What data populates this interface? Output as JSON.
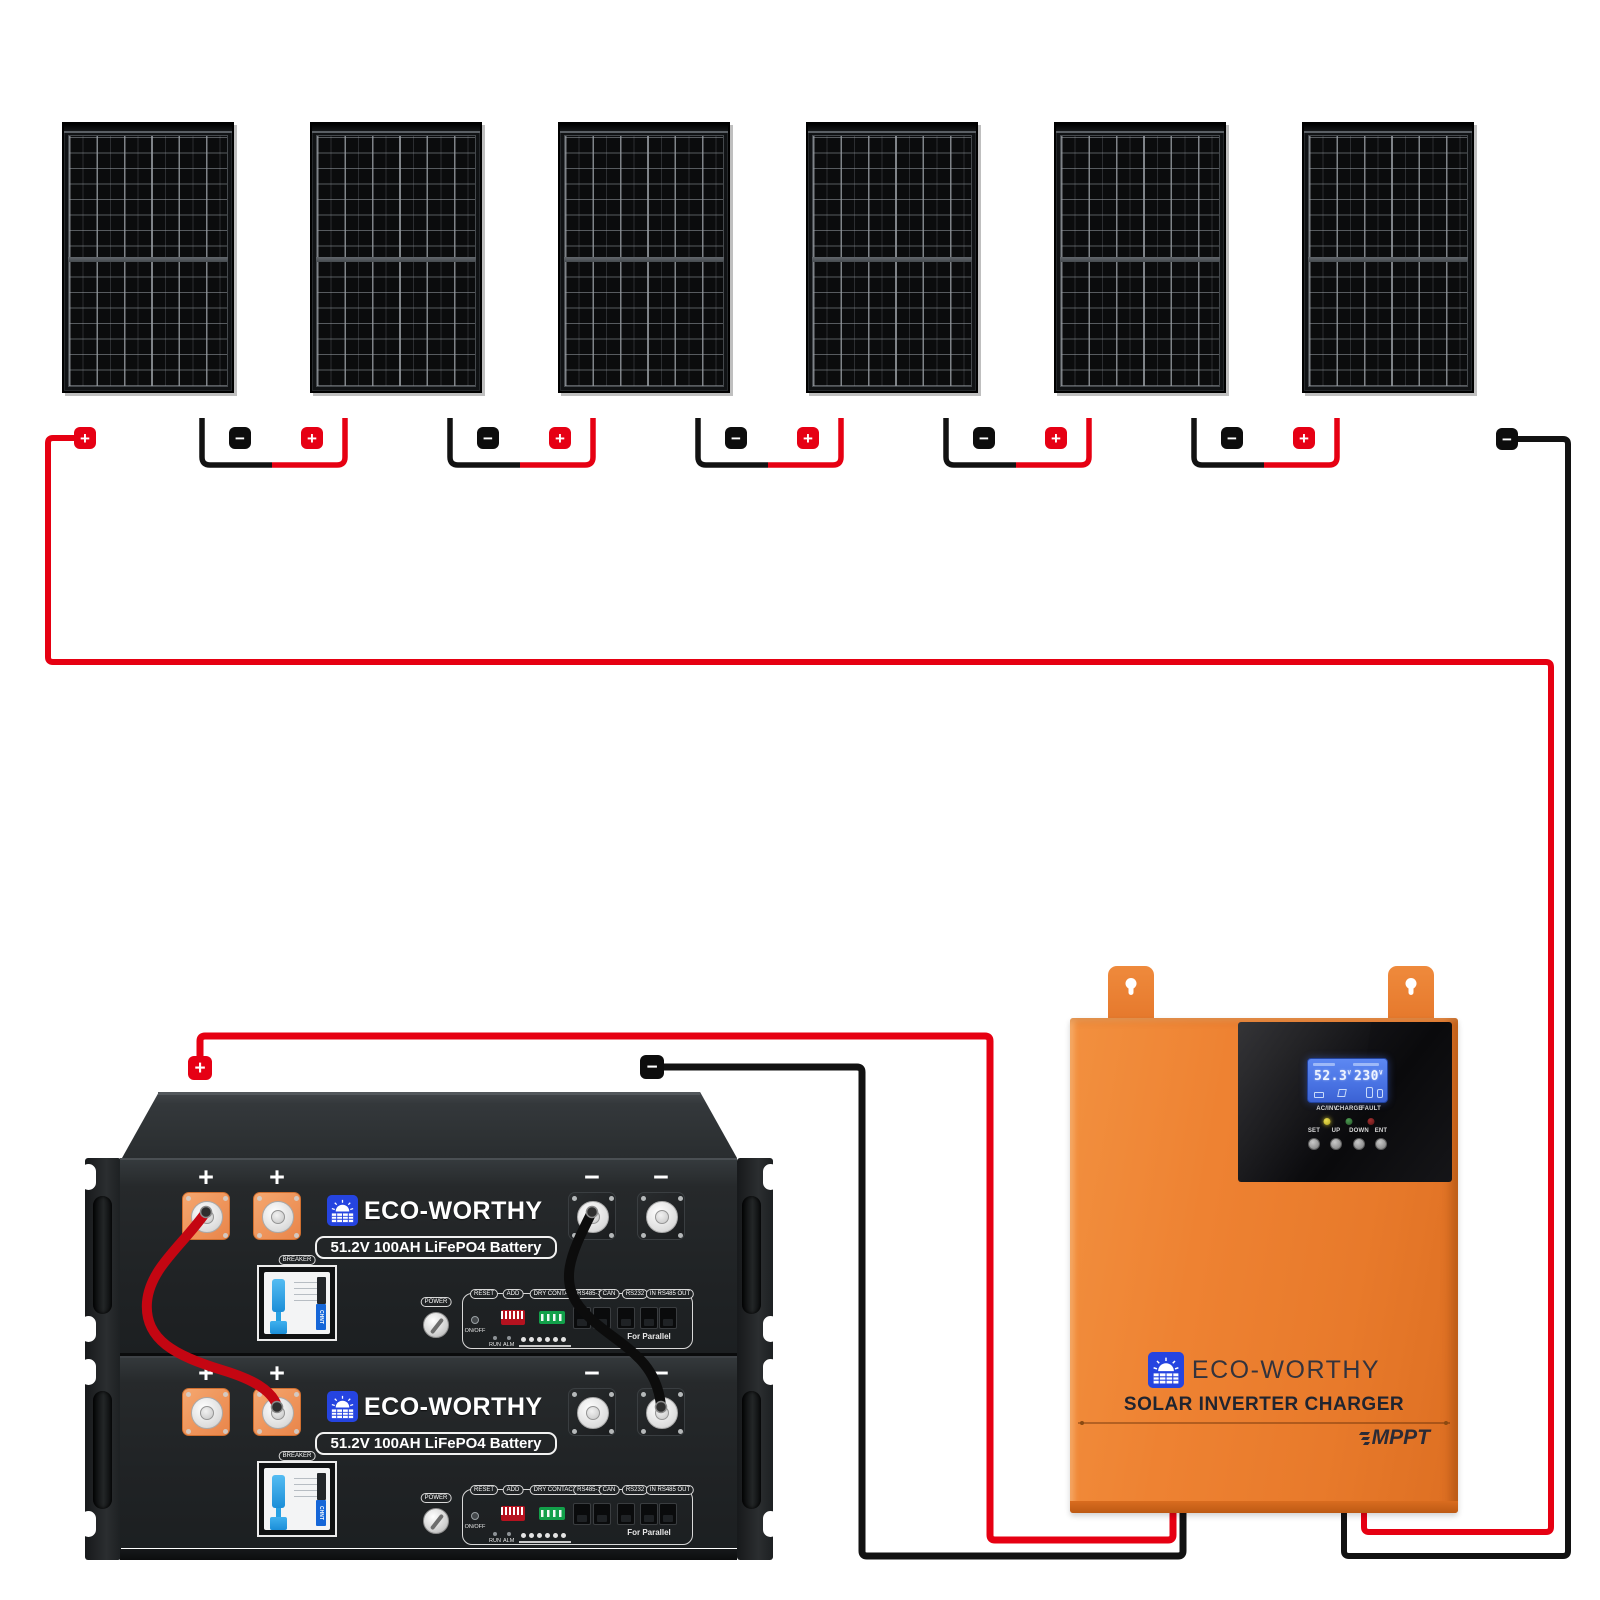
{
  "diagram": "solar-system-wiring",
  "symbols": {
    "plus": "+",
    "minus": "−"
  },
  "solar_array": {
    "panel_count": 6
  },
  "battery": {
    "count": 2,
    "brand": "ECO-WORTHY",
    "model_label": "51.2V 100AH LiFePO4 Battery",
    "plus": "+",
    "minus": "−",
    "breaker_label": "BREAKER",
    "breaker_brand": "CHNT",
    "power_label": "POWER",
    "panel_labels": [
      "RESET",
      "ADD",
      "DRY CONTACT",
      "RS485-1",
      "CAN",
      "RS232",
      "IN RS485 OUT"
    ],
    "onoff_label": "ON/OFF",
    "run_label": "RUN",
    "alm_label": "ALM",
    "parallel_label": "For Parallel"
  },
  "inverter": {
    "brand": "ECO-WORTHY",
    "product": "SOLAR INVERTER CHARGER",
    "tech": "MPPT",
    "lcd": {
      "left_value": "52.3",
      "left_unit": "V",
      "right_value": "230",
      "right_unit": "V"
    },
    "leds": [
      "AC/INV",
      "CHARGE",
      "FAULT"
    ],
    "buttons": [
      "SET",
      "UP",
      "DOWN",
      "ENT"
    ]
  },
  "colors": {
    "wire_positive": "#e60012",
    "wire_negative": "#121212",
    "inverter_orange": "#ED7D31",
    "logo_blue": "#2544e0",
    "lcd_blue": "#4a74e4",
    "led_ac_inv": "#cdbf2e",
    "led_charge": "#2e6b33",
    "led_fault": "#7a1d1d",
    "terminal_orange": "#ef8a4c"
  }
}
